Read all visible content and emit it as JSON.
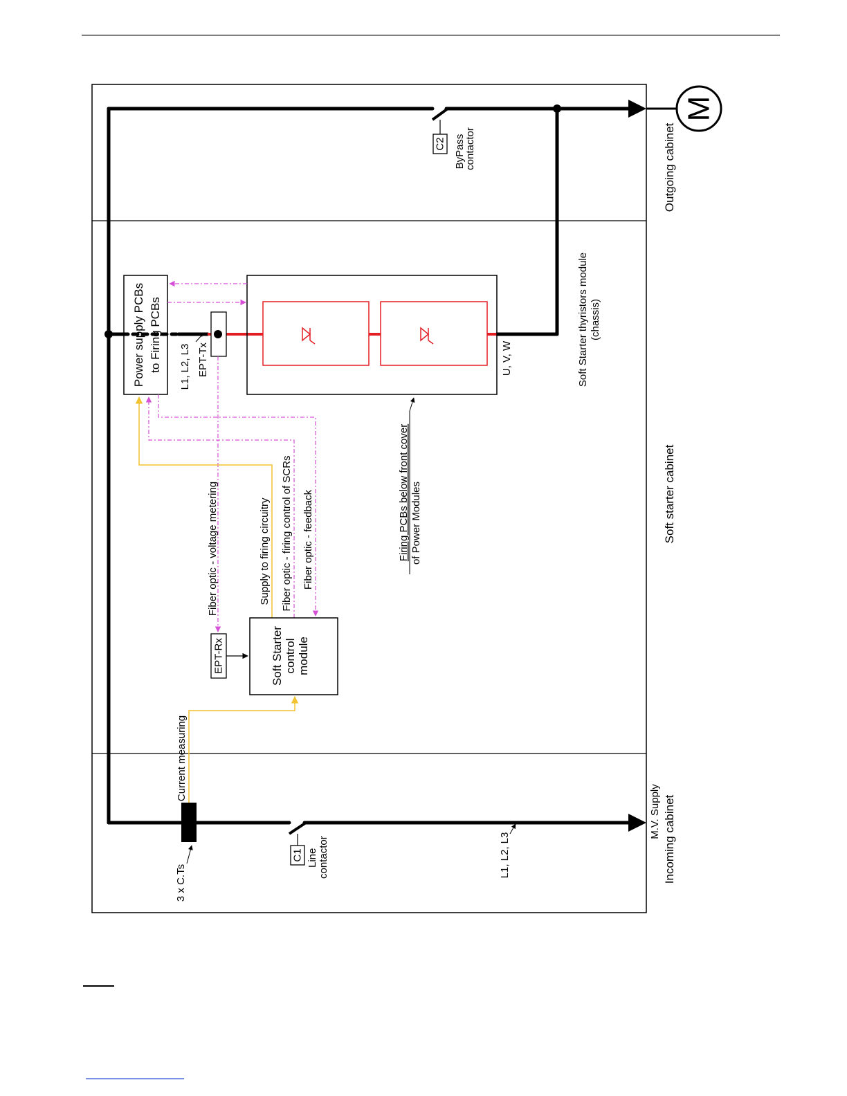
{
  "labels": {
    "power_supply_line1": "Power supply PCBs",
    "power_supply_line2": "to Firing PCBs",
    "l_input": "L1, L2, L3",
    "ept_tx": "EPT-Tx",
    "uvw": "U, V, W",
    "thyristors_module_line1": "Soft Starter thyristors module",
    "thyristors_module_line2": "(chassis)",
    "firing_pcbs_line1": "Firing PCBs below front cover",
    "firing_pcbs_line2": "of Power Modules",
    "fiber_voltage": "Fiber optic - voltage metering",
    "supply_firing": "Supply to firing circuitry",
    "fiber_firing": "Fiber optic - firing  control of SCRs",
    "fiber_feedback": "Fiber optic - feedback",
    "ept_rx": "EPT-Rx",
    "control_line1": "Soft Starter",
    "control_line2": "control",
    "control_line3": "module",
    "current_measuring": "Current measuring",
    "cts": "3 x C.Ts",
    "c1": "C1",
    "line_contactor_1": "Line",
    "line_contactor_2": "contactor",
    "l_supply": "L1, L2, L3",
    "mv_supply": "M.V. Supply",
    "incoming_cabinet": "Incoming cabinet",
    "soft_starter_cabinet": "Soft starter cabinet",
    "outgoing_cabinet": "Outgoing cabinet",
    "c2": "C2",
    "bypass_1": "ByPass",
    "bypass_2": "contactor",
    "motor": "M"
  },
  "colors": {
    "power_line": "#000000",
    "thyristor_red": "#e31e24",
    "fiber_magenta": "#d64fd6",
    "supply_yellow": "#f2c230",
    "box_border": "#000000"
  }
}
